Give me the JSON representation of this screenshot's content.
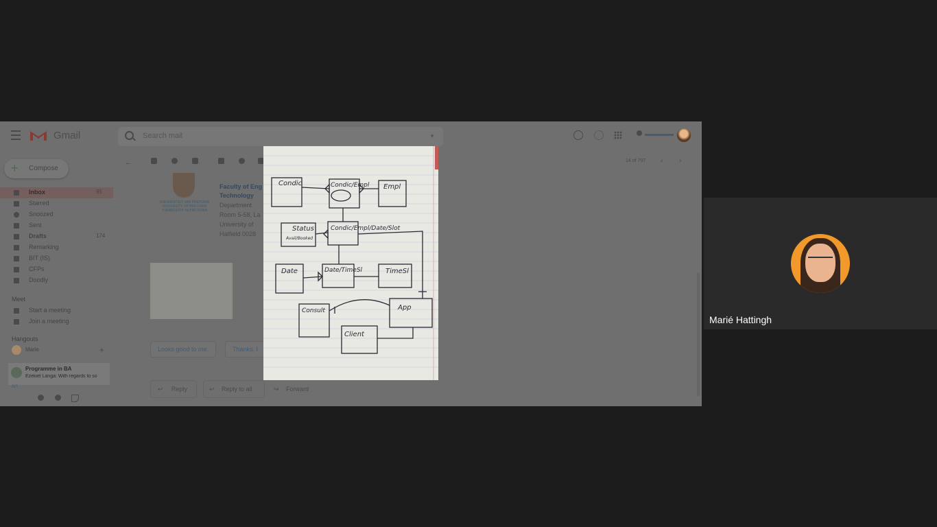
{
  "gmail": {
    "brand": "Gmail",
    "search_placeholder": "Search mail",
    "compose_label": "Compose",
    "pager_text": "14 of 797",
    "nav": [
      {
        "label": "Inbox",
        "count": "95"
      },
      {
        "label": "Starred",
        "count": ""
      },
      {
        "label": "Snoozed",
        "count": ""
      },
      {
        "label": "Sent",
        "count": ""
      },
      {
        "label": "Drafts",
        "count": "174"
      },
      {
        "label": "Remarking",
        "count": ""
      },
      {
        "label": "BIT (IS)",
        "count": ""
      },
      {
        "label": "CFPs",
        "count": ""
      },
      {
        "label": "Doodly",
        "count": ""
      }
    ],
    "meet": {
      "header": "Meet",
      "start": "Start a meeting",
      "join": "Join a meeting"
    },
    "hangouts": {
      "header": "Hangouts",
      "self": "Marie",
      "chat_title": "Programme in BA",
      "chat_preview": "Ezekiel Langa: With regards to so",
      "chat_extra": "BIT"
    },
    "signature": {
      "line1": "Faculty of Eng",
      "line2": "Technology",
      "line3": "Department",
      "line4": "Room 5-58, La",
      "line5": "University of",
      "line6": "Hatfield 0028"
    },
    "university_text": "UNIVERSITEIT VAN PRETORIA UNIVERSITY OF PRETORIA YUNIBESITHI YA PRETORIA",
    "quick_replies": [
      "Looks good to me.",
      "Thanks, I"
    ],
    "actions": {
      "reply": "Reply",
      "reply_all": "Reply to all",
      "forward": "Forward"
    }
  },
  "sketch": {
    "boxes": {
      "b1": "Condic",
      "b2": "Condic/Empl",
      "b3": "Empl",
      "b4": "Status",
      "b4sub": "Avail/Booked",
      "b5": "Condic/Empl/Date/Slot",
      "b6": "Date",
      "b7": "Date/TimeSl",
      "b8": "TimeSl",
      "b9": "Consult",
      "b10": "App",
      "b11": "Client"
    }
  },
  "participant": {
    "name": "Marié Hattingh"
  }
}
